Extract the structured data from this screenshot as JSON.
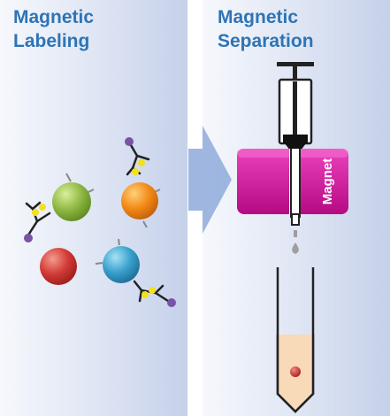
{
  "panels": {
    "left": {
      "title_line1": "Magnetic",
      "title_line2": "Labeling"
    },
    "right": {
      "title_line1": "Magnetic",
      "title_line2": "Separation"
    }
  },
  "magnet": {
    "label": "Magnet"
  },
  "colors": {
    "title": "#2e74b5",
    "arrow": "#8eaadb",
    "magnet": "#d6119c",
    "cell_green": "#8fb843",
    "cell_orange": "#f28a16",
    "cell_red": "#d23a36",
    "cell_blue": "#3aa0cc",
    "antibody": "#222222",
    "antigen_dot": "#f2e21a",
    "bead": "#7a52a6",
    "droplet": "#9e9e9e",
    "collected_cell": "#c0312b"
  },
  "icons": [
    "block-arrow-icon",
    "syringe-icon",
    "magnet-icon",
    "droplet-icon",
    "test-tube-icon",
    "antibody-icon",
    "magnetic-bead-icon"
  ]
}
